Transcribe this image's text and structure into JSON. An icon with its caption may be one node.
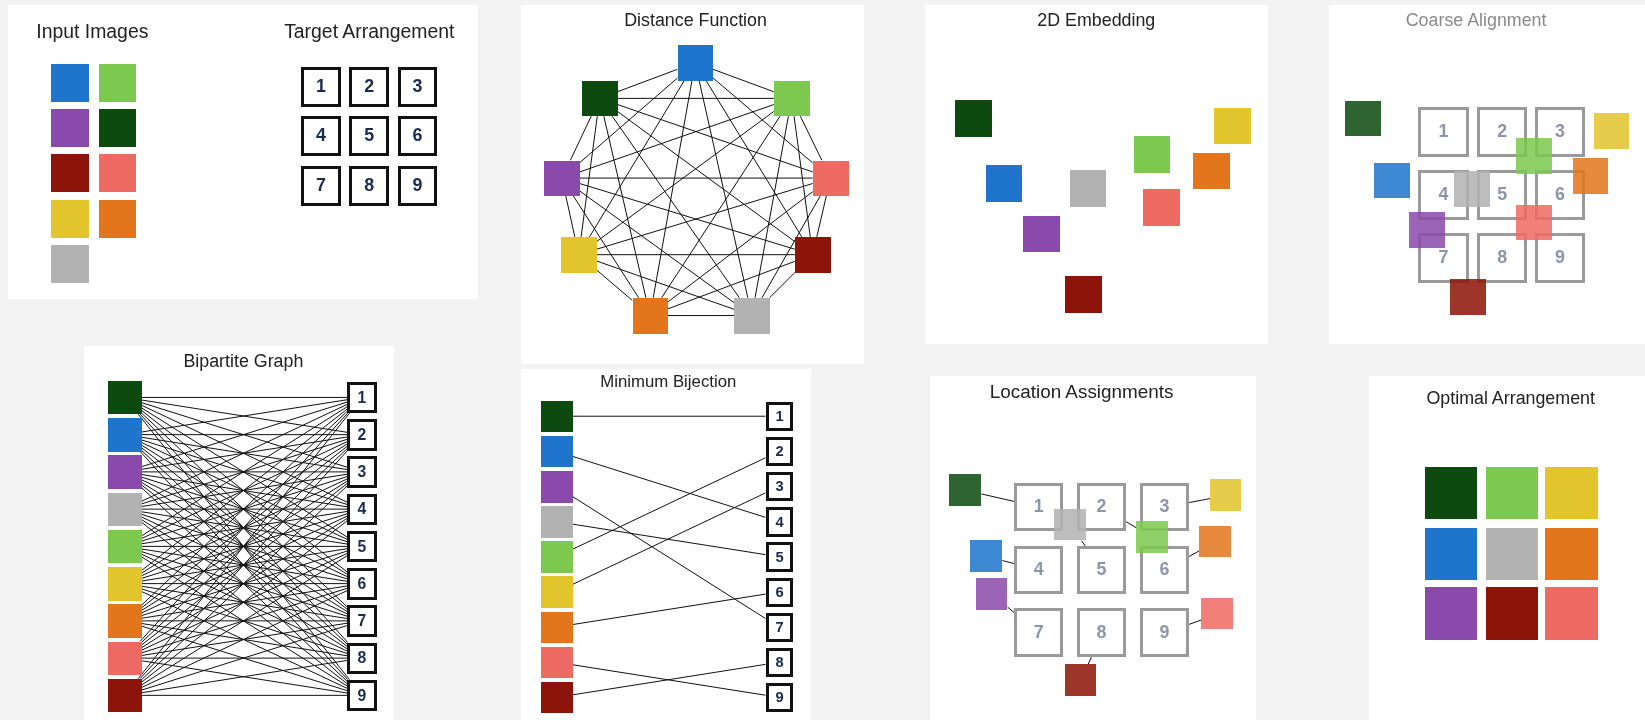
{
  "diagram": {
    "nodes": [
      {
        "text": [
          "Input Images",
          "Target Arrangement"
        ]
      },
      {
        "text": [],
        "shape": "box",
        "in": 0
      },
      {
        "text": [],
        "shape": "box",
        "in": 0
      },
      {
        "text": [],
        "shape": "box",
        "in": 0
      },
      {
        "text": [],
        "shape": "box",
        "in": 0
      },
      {
        "text": [],
        "shape": "box",
        "in": 0
      },
      {
        "text": [],
        "shape": "box",
        "in": 0
      },
      {
        "text": [],
        "shape": "box",
        "in": 0
      },
      {
        "text": [],
        "shape": "box",
        "in": 0
      },
      {
        "text": [],
        "shape": "box",
        "in": 0
      },
      {
        "text": [
          "1"
        ],
        "in": 0
      },
      {
        "text": [
          "2"
        ],
        "in": 0
      },
      {
        "text": [
          "3"
        ],
        "in": 0
      },
      {
        "text": [
          "4"
        ],
        "in": 0
      },
      {
        "text": [
          "5"
        ],
        "in": 0
      },
      {
        "text": [
          "6"
        ],
        "in": 0
      },
      {
        "text": [
          "7"
        ],
        "in": 0
      },
      {
        "text": [
          "8"
        ],
        "in": 0
      },
      {
        "text": [
          "9"
        ],
        "in": 0
      },
      {
        "text": [
          "Distance Function"
        ]
      },
      {
        "text": [],
        "shape": "box",
        "in": 19
      },
      {
        "text": [],
        "shape": "box",
        "in": 19
      },
      {
        "text": [],
        "shape": "box",
        "in": 19
      },
      {
        "text": [],
        "shape": "box",
        "in": 19
      },
      {
        "text": [],
        "shape": "box",
        "in": 19
      },
      {
        "text": [],
        "shape": "box",
        "in": 19
      },
      {
        "text": [],
        "shape": "box",
        "in": 19
      },
      {
        "text": [],
        "shape": "box",
        "in": 19
      },
      {
        "text": [],
        "shape": "box",
        "in": 19
      },
      {
        "text": [
          "2D Embedding"
        ]
      },
      {
        "text": [],
        "shape": "box",
        "in": 29
      },
      {
        "text": [],
        "shape": "box",
        "in": 29
      },
      {
        "text": [],
        "shape": "box",
        "in": 29
      },
      {
        "text": [],
        "shape": "box",
        "in": 29
      },
      {
        "text": [],
        "shape": "box",
        "in": 29
      },
      {
        "text": [],
        "shape": "box",
        "in": 29
      },
      {
        "text": [],
        "shape": "box",
        "in": 29
      },
      {
        "text": [],
        "shape": "box",
        "in": 29
      },
      {
        "text": [],
        "shape": "box",
        "in": 29
      },
      {
        "text": [
          "Coarse Alignment"
        ]
      },
      {
        "text": [
          "1"
        ],
        "in": 39
      },
      {
        "text": [
          "2"
        ],
        "in": 39
      },
      {
        "text": [
          "3"
        ],
        "in": 39
      },
      {
        "text": [
          "4"
        ],
        "in": 39
      },
      {
        "text": [
          "5"
        ],
        "in": 39
      },
      {
        "text": [
          "6"
        ],
        "in": 39
      },
      {
        "text": [
          "7"
        ],
        "in": 39
      },
      {
        "text": [
          "8"
        ],
        "in": 39
      },
      {
        "text": [
          "9"
        ],
        "in": 39
      },
      {
        "text": [],
        "shape": "box",
        "in": 39
      },
      {
        "text": [],
        "shape": "box",
        "in": 39
      },
      {
        "text": [],
        "shape": "box",
        "in": 39
      },
      {
        "text": [],
        "shape": "box",
        "in": 39
      },
      {
        "text": [],
        "shape": "box",
        "in": 39
      },
      {
        "text": [],
        "shape": "box",
        "in": 39
      },
      {
        "text": [],
        "shape": "box",
        "in": 39
      },
      {
        "text": [],
        "shape": "box",
        "in": 39
      },
      {
        "text": [],
        "shape": "box",
        "in": 39
      },
      {
        "text": [
          "Bipartite Graph"
        ]
      },
      {
        "text": [],
        "shape": "box",
        "in": 58
      },
      {
        "text": [],
        "shape": "box",
        "in": 58
      },
      {
        "text": [],
        "shape": "box",
        "in": 58
      },
      {
        "text": [],
        "shape": "box",
        "in": 58
      },
      {
        "text": [],
        "shape": "box",
        "in": 58
      },
      {
        "text": [],
        "shape": "box",
        "in": 58
      },
      {
        "text": [],
        "shape": "box",
        "in": 58
      },
      {
        "text": [],
        "shape": "box",
        "in": 58
      },
      {
        "text": [],
        "shape": "box",
        "in": 58
      },
      {
        "text": [
          "1"
        ],
        "in": 58
      },
      {
        "text": [
          "2"
        ],
        "in": 58
      },
      {
        "text": [
          "3"
        ],
        "in": 58
      },
      {
        "text": [
          "4"
        ],
        "in": 58
      },
      {
        "text": [
          "5"
        ],
        "in": 58
      },
      {
        "text": [
          "6"
        ],
        "in": 58
      },
      {
        "text": [
          "7"
        ],
        "in": 58
      },
      {
        "text": [
          "8"
        ],
        "in": 58
      },
      {
        "text": [
          "9"
        ],
        "in": 58
      },
      {
        "text": [
          "Minimum Bijection"
        ]
      },
      {
        "text": [],
        "shape": "box",
        "in": 77
      },
      {
        "text": [],
        "shape": "box",
        "in": 77
      },
      {
        "text": [],
        "shape": "box",
        "in": 77
      },
      {
        "text": [],
        "shape": "box",
        "in": 77
      },
      {
        "text": [],
        "shape": "box",
        "in": 77
      },
      {
        "text": [],
        "shape": "box",
        "in": 77
      },
      {
        "text": [],
        "shape": "box",
        "in": 77
      },
      {
        "text": [],
        "shape": "box",
        "in": 77
      },
      {
        "text": [],
        "shape": "box",
        "in": 77
      },
      {
        "text": [
          "1"
        ],
        "in": 77
      },
      {
        "text": [
          "2"
        ],
        "in": 77
      },
      {
        "text": [
          "3"
        ],
        "in": 77
      },
      {
        "text": [
          "4"
        ],
        "in": 77
      },
      {
        "text": [
          "5"
        ],
        "in": 77
      },
      {
        "text": [
          "6"
        ],
        "in": 77
      },
      {
        "text": [
          "7"
        ],
        "in": 77
      },
      {
        "text": [
          "8"
        ],
        "in": 77
      },
      {
        "text": [
          "9"
        ],
        "in": 77
      },
      {
        "text": [
          "Location Assignments"
        ]
      },
      {
        "text": [
          "1"
        ],
        "in": 96
      },
      {
        "text": [
          "2"
        ],
        "in": 96
      },
      {
        "text": [
          "3"
        ],
        "in": 96
      },
      {
        "text": [
          "4"
        ],
        "in": 96
      },
      {
        "text": [
          "5"
        ],
        "in": 96
      },
      {
        "text": [
          "6"
        ],
        "in": 96
      },
      {
        "text": [
          "7"
        ],
        "in": 96
      },
      {
        "text": [
          "8"
        ],
        "in": 96
      },
      {
        "text": [
          "9"
        ],
        "in": 96
      },
      {
        "text": [],
        "shape": "box",
        "in": 96
      },
      {
        "text": [],
        "shape": "box",
        "in": 96
      },
      {
        "text": [],
        "shape": "box",
        "in": 96
      },
      {
        "text": [],
        "shape": "box",
        "in": 96
      },
      {
        "text": [],
        "shape": "box",
        "in": 96
      },
      {
        "text": [],
        "shape": "box",
        "in": 96
      },
      {
        "text": [],
        "shape": "box",
        "in": 96
      },
      {
        "text": [],
        "shape": "box",
        "in": 96
      },
      {
        "text": [],
        "shape": "box",
        "in": 96
      },
      {
        "text": [
          "Optimal Arrangement"
        ]
      },
      {
        "text": [],
        "shape": "box",
        "in": 115
      },
      {
        "text": [],
        "shape": "box",
        "in": 115
      },
      {
        "text": [],
        "shape": "box",
        "in": 115
      },
      {
        "text": [],
        "shape": "box",
        "in": 115
      },
      {
        "text": [],
        "shape": "box",
        "in": 115
      },
      {
        "text": [],
        "shape": "box",
        "in": 115
      },
      {
        "text": [],
        "shape": "box",
        "in": 115
      },
      {
        "text": [],
        "shape": "box",
        "in": 115
      },
      {
        "text": [],
        "shape": "box",
        "in": 115
      }
    ],
    "edges": [
      {
        "from": 20,
        "to": 21,
        "arrow": "none"
      },
      {
        "from": 20,
        "to": 22,
        "arrow": "none"
      },
      {
        "from": 20,
        "to": 23,
        "arrow": "none"
      },
      {
        "from": 20,
        "to": 24,
        "arrow": "none"
      },
      {
        "from": 20,
        "to": 25,
        "arrow": "none"
      },
      {
        "from": 20,
        "to": 26,
        "arrow": "none"
      },
      {
        "from": 20,
        "to": 27,
        "arrow": "none"
      },
      {
        "from": 20,
        "to": 28,
        "arrow": "none"
      },
      {
        "from": 21,
        "to": 22,
        "arrow": "none"
      },
      {
        "from": 21,
        "to": 23,
        "arrow": "none"
      },
      {
        "from": 21,
        "to": 24,
        "arrow": "none"
      },
      {
        "from": 21,
        "to": 25,
        "arrow": "none"
      },
      {
        "from": 21,
        "to": 26,
        "arrow": "none"
      },
      {
        "from": 21,
        "to": 27,
        "arrow": "none"
      },
      {
        "from": 21,
        "to": 28,
        "arrow": "none"
      },
      {
        "from": 22,
        "to": 23,
        "arrow": "none"
      },
      {
        "from": 22,
        "to": 24,
        "arrow": "none"
      },
      {
        "from": 22,
        "to": 25,
        "arrow": "none"
      },
      {
        "from": 22,
        "to": 26,
        "arrow": "none"
      },
      {
        "from": 22,
        "to": 27,
        "arrow": "none"
      },
      {
        "from": 22,
        "to": 28,
        "arrow": "none"
      },
      {
        "from": 23,
        "to": 24,
        "arrow": "none"
      },
      {
        "from": 23,
        "to": 25,
        "arrow": "none"
      },
      {
        "from": 23,
        "to": 26,
        "arrow": "none"
      },
      {
        "from": 23,
        "to": 27,
        "arrow": "none"
      },
      {
        "from": 23,
        "to": 28,
        "arrow": "none"
      },
      {
        "from": 24,
        "to": 25,
        "arrow": "none"
      },
      {
        "from": 24,
        "to": 26,
        "arrow": "none"
      },
      {
        "from": 24,
        "to": 27,
        "arrow": "none"
      },
      {
        "from": 24,
        "to": 28,
        "arrow": "none"
      },
      {
        "from": 25,
        "to": 26,
        "arrow": "none"
      },
      {
        "from": 25,
        "to": 27,
        "arrow": "none"
      },
      {
        "from": 25,
        "to": 28,
        "arrow": "none"
      },
      {
        "from": 26,
        "to": 27,
        "arrow": "none"
      },
      {
        "from": 26,
        "to": 28,
        "arrow": "none"
      },
      {
        "from": 27,
        "to": 28,
        "arrow": "none"
      },
      {
        "from": 59,
        "to": 68,
        "arrow": "none"
      },
      {
        "from": 59,
        "to": 69,
        "arrow": "none"
      },
      {
        "from": 59,
        "to": 70,
        "arrow": "none"
      },
      {
        "from": 59,
        "to": 71,
        "arrow": "none"
      },
      {
        "from": 59,
        "to": 72,
        "arrow": "none"
      },
      {
        "from": 59,
        "to": 73,
        "arrow": "none"
      },
      {
        "from": 59,
        "to": 74,
        "arrow": "none"
      },
      {
        "from": 59,
        "to": 75,
        "arrow": "none"
      },
      {
        "from": 59,
        "to": 76,
        "arrow": "none"
      },
      {
        "from": 60,
        "to": 68,
        "arrow": "none"
      },
      {
        "from": 60,
        "to": 69,
        "arrow": "none"
      },
      {
        "from": 60,
        "to": 70,
        "arrow": "none"
      },
      {
        "from": 60,
        "to": 71,
        "arrow": "none"
      },
      {
        "from": 60,
        "to": 72,
        "arrow": "none"
      },
      {
        "from": 60,
        "to": 73,
        "arrow": "none"
      },
      {
        "from": 60,
        "to": 74,
        "arrow": "none"
      },
      {
        "from": 60,
        "to": 75,
        "arrow": "none"
      },
      {
        "from": 60,
        "to": 76,
        "arrow": "none"
      },
      {
        "from": 61,
        "to": 68,
        "arrow": "none"
      },
      {
        "from": 61,
        "to": 69,
        "arrow": "none"
      },
      {
        "from": 61,
        "to": 70,
        "arrow": "none"
      },
      {
        "from": 61,
        "to": 71,
        "arrow": "none"
      },
      {
        "from": 61,
        "to": 72,
        "arrow": "none"
      },
      {
        "from": 61,
        "to": 73,
        "arrow": "none"
      },
      {
        "from": 61,
        "to": 74,
        "arrow": "none"
      },
      {
        "from": 61,
        "to": 75,
        "arrow": "none"
      },
      {
        "from": 61,
        "to": 76,
        "arrow": "none"
      },
      {
        "from": 62,
        "to": 68,
        "arrow": "none"
      },
      {
        "from": 62,
        "to": 69,
        "arrow": "none"
      },
      {
        "from": 62,
        "to": 70,
        "arrow": "none"
      },
      {
        "from": 62,
        "to": 71,
        "arrow": "none"
      },
      {
        "from": 62,
        "to": 72,
        "arrow": "none"
      },
      {
        "from": 62,
        "to": 73,
        "arrow": "none"
      },
      {
        "from": 62,
        "to": 74,
        "arrow": "none"
      },
      {
        "from": 62,
        "to": 75,
        "arrow": "none"
      },
      {
        "from": 62,
        "to": 76,
        "arrow": "none"
      },
      {
        "from": 63,
        "to": 68,
        "arrow": "none"
      },
      {
        "from": 63,
        "to": 69,
        "arrow": "none"
      },
      {
        "from": 63,
        "to": 70,
        "arrow": "none"
      },
      {
        "from": 63,
        "to": 71,
        "arrow": "none"
      },
      {
        "from": 63,
        "to": 72,
        "arrow": "none"
      },
      {
        "from": 63,
        "to": 73,
        "arrow": "none"
      },
      {
        "from": 63,
        "to": 74,
        "arrow": "none"
      },
      {
        "from": 63,
        "to": 75,
        "arrow": "none"
      },
      {
        "from": 63,
        "to": 76,
        "arrow": "none"
      },
      {
        "from": 64,
        "to": 68,
        "arrow": "none"
      },
      {
        "from": 64,
        "to": 69,
        "arrow": "none"
      },
      {
        "from": 64,
        "to": 70,
        "arrow": "none"
      },
      {
        "from": 64,
        "to": 71,
        "arrow": "none"
      },
      {
        "from": 64,
        "to": 72,
        "arrow": "none"
      },
      {
        "from": 64,
        "to": 73,
        "arrow": "none"
      },
      {
        "from": 64,
        "to": 74,
        "arrow": "none"
      },
      {
        "from": 64,
        "to": 75,
        "arrow": "none"
      },
      {
        "from": 64,
        "to": 76,
        "arrow": "none"
      },
      {
        "from": 65,
        "to": 68,
        "arrow": "none"
      },
      {
        "from": 65,
        "to": 69,
        "arrow": "none"
      },
      {
        "from": 65,
        "to": 70,
        "arrow": "none"
      },
      {
        "from": 65,
        "to": 71,
        "arrow": "none"
      },
      {
        "from": 65,
        "to": 72,
        "arrow": "none"
      },
      {
        "from": 65,
        "to": 73,
        "arrow": "none"
      },
      {
        "from": 65,
        "to": 74,
        "arrow": "none"
      },
      {
        "from": 65,
        "to": 75,
        "arrow": "none"
      },
      {
        "from": 65,
        "to": 76,
        "arrow": "none"
      },
      {
        "from": 66,
        "to": 68,
        "arrow": "none"
      },
      {
        "from": 66,
        "to": 69,
        "arrow": "none"
      },
      {
        "from": 66,
        "to": 70,
        "arrow": "none"
      },
      {
        "from": 66,
        "to": 71,
        "arrow": "none"
      },
      {
        "from": 66,
        "to": 72,
        "arrow": "none"
      },
      {
        "from": 66,
        "to": 73,
        "arrow": "none"
      },
      {
        "from": 66,
        "to": 74,
        "arrow": "none"
      },
      {
        "from": 66,
        "to": 75,
        "arrow": "none"
      },
      {
        "from": 66,
        "to": 76,
        "arrow": "none"
      },
      {
        "from": 67,
        "to": 68,
        "arrow": "none"
      },
      {
        "from": 67,
        "to": 69,
        "arrow": "none"
      },
      {
        "from": 67,
        "to": 70,
        "arrow": "none"
      },
      {
        "from": 67,
        "to": 71,
        "arrow": "none"
      },
      {
        "from": 67,
        "to": 72,
        "arrow": "none"
      },
      {
        "from": 67,
        "to": 73,
        "arrow": "none"
      },
      {
        "from": 67,
        "to": 74,
        "arrow": "none"
      },
      {
        "from": 67,
        "to": 75,
        "arrow": "none"
      },
      {
        "from": 67,
        "to": 76,
        "arrow": "none"
      },
      {
        "from": 78,
        "to": 87,
        "arrow": "none"
      },
      {
        "from": 79,
        "to": 90,
        "arrow": "none"
      },
      {
        "from": 80,
        "to": 93,
        "arrow": "none"
      },
      {
        "from": 81,
        "to": 91,
        "arrow": "none"
      },
      {
        "from": 82,
        "to": 88,
        "arrow": "none"
      },
      {
        "from": 83,
        "to": 89,
        "arrow": "none"
      },
      {
        "from": 84,
        "to": 92,
        "arrow": "none"
      },
      {
        "from": 85,
        "to": 95,
        "arrow": "none"
      },
      {
        "from": 86,
        "to": 94,
        "arrow": "none"
      },
      {
        "from": 106,
        "to": 97,
        "arrow": "none"
      },
      {
        "from": 107,
        "to": 99,
        "arrow": "none"
      },
      {
        "from": 108,
        "to": 101,
        "arrow": "none"
      },
      {
        "from": 109,
        "to": 98,
        "arrow": "none"
      },
      {
        "from": 110,
        "to": 102,
        "arrow": "none"
      },
      {
        "from": 111,
        "to": 100,
        "arrow": "none"
      },
      {
        "from": 112,
        "to": 103,
        "arrow": "none"
      },
      {
        "from": 113,
        "to": 105,
        "arrow": "none"
      },
      {
        "from": 114,
        "to": 104,
        "arrow": "none"
      }
    ]
  }
}
